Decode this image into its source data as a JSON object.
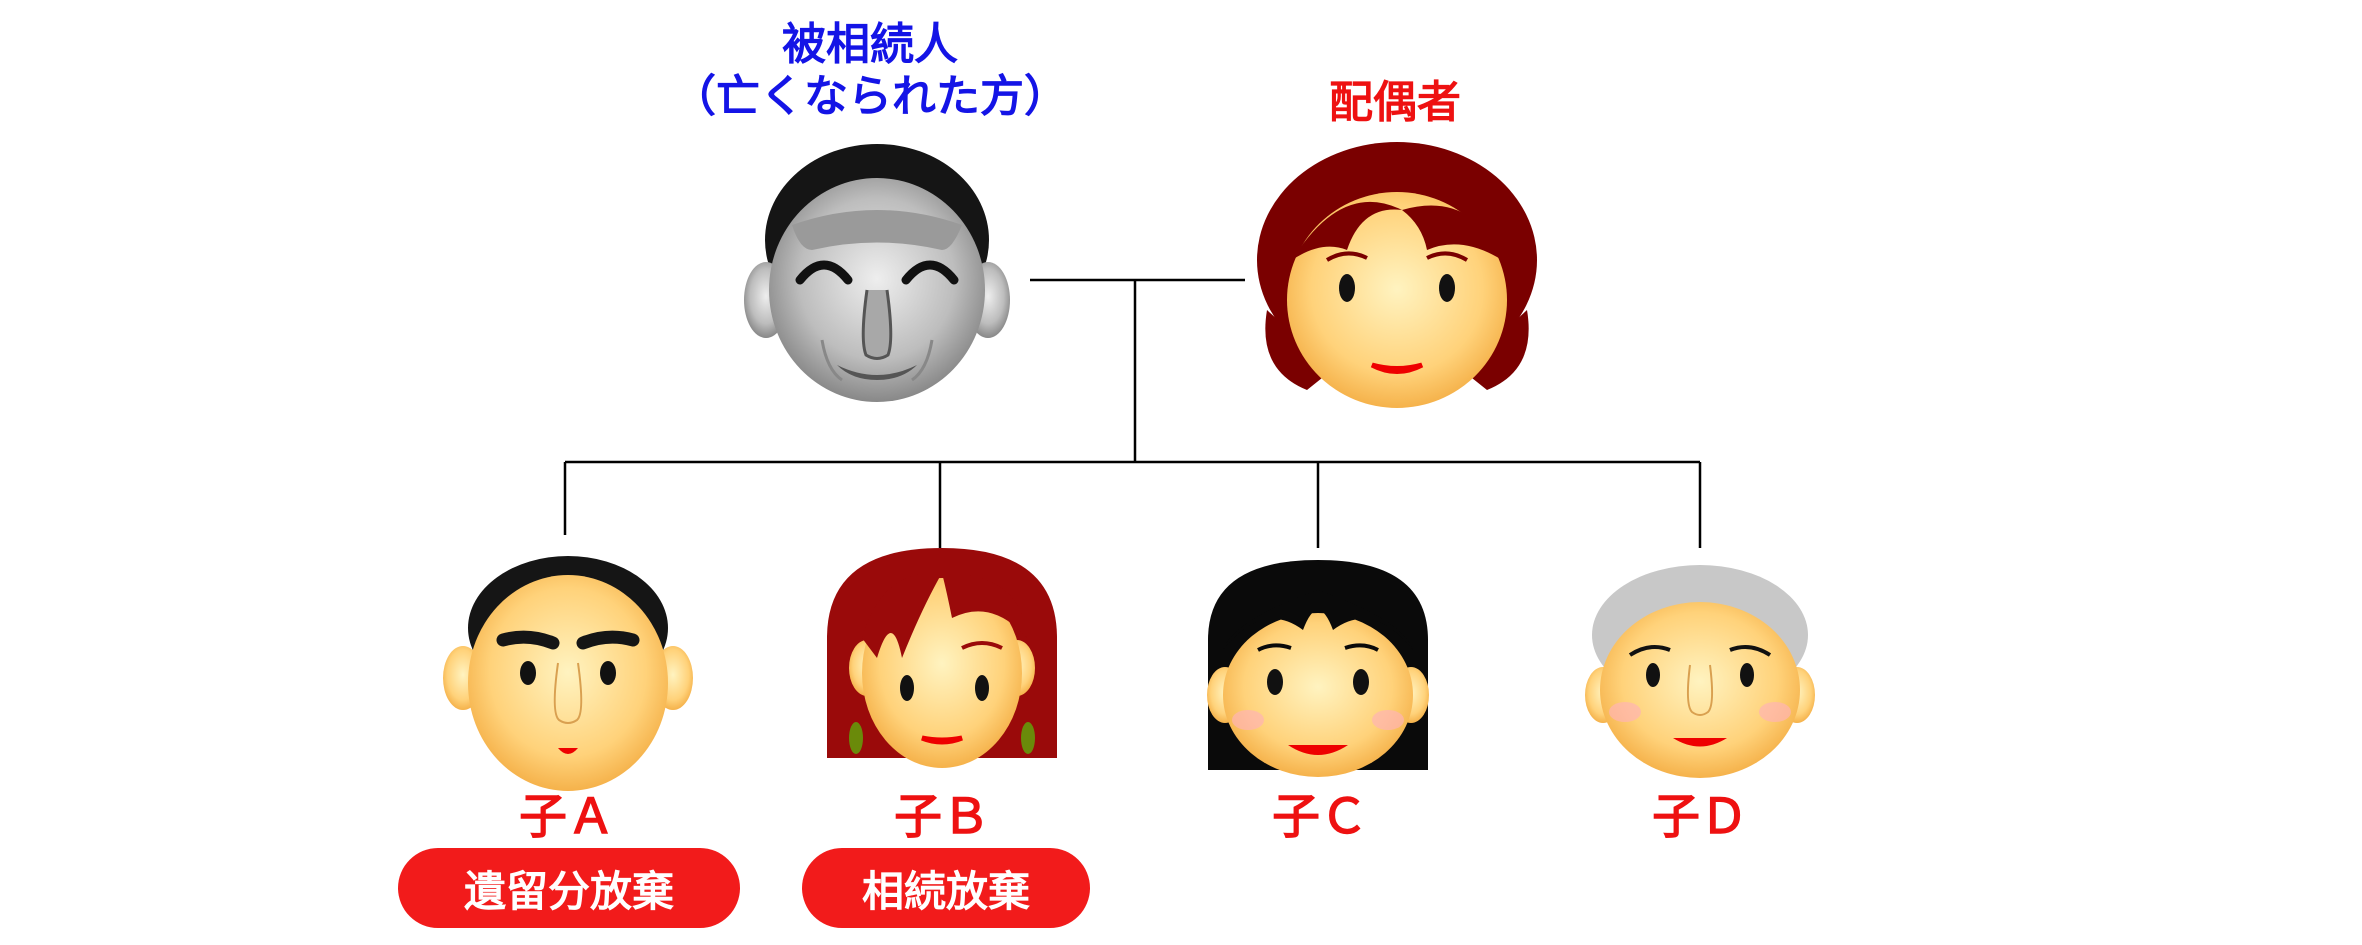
{
  "decedent": {
    "title": "被相続人",
    "subtitle": "（亡くなられた方）"
  },
  "spouse": {
    "label": "配偶者"
  },
  "children": [
    {
      "label": "子Ａ",
      "badge": "遺留分放棄",
      "icon": "boy-face-icon"
    },
    {
      "label": "子Ｂ",
      "badge": "相続放棄",
      "icon": "girl-redhair-face-icon"
    },
    {
      "label": "子Ｃ",
      "icon": "girl-blackhair-face-icon"
    },
    {
      "label": "子Ｄ",
      "icon": "elderly-face-icon"
    }
  ],
  "colors": {
    "decedent_label": "#1414e6",
    "family_label": "#ee1111",
    "badge_background": "#f21b1b"
  }
}
